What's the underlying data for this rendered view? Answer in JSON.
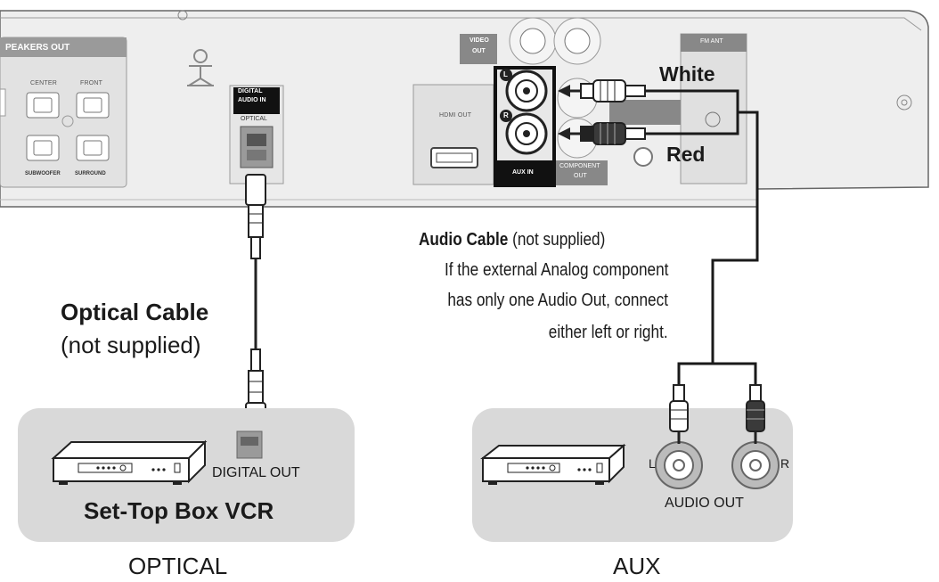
{
  "receiver": {
    "speakers_out_label": "PEAKERS OUT",
    "center_label": "CENTER",
    "front_label": "FRONT",
    "subwoofer_label": "SUBWOOFER",
    "surround_label": "SURROUND",
    "digital_audio_in": [
      "DIGITAL",
      "AUDIO IN",
      "OPTICAL"
    ],
    "hdmi_out_label": "HDMI OUT",
    "video_out_label": [
      "VIDEO",
      "OUT"
    ],
    "aux_in_label": "AUX IN",
    "component_out_label": [
      "COMPONENT",
      "OUT"
    ],
    "fm_ant_label": "FM ANT",
    "aux_left_marker": "L",
    "aux_right_marker": "R"
  },
  "cable_labels": {
    "white": "White",
    "red": "Red"
  },
  "optical": {
    "cable_title": "Optical Cable",
    "cable_note": "(not supplied)",
    "device_port_label": "DIGITAL OUT",
    "device_name": "Set-Top Box VCR",
    "section_caption": "OPTICAL"
  },
  "aux": {
    "cable_title": "Audio Cable",
    "cable_note": " (not supplied)",
    "note_lines": [
      "If the external Analog component",
      "has only one Audio Out, connect",
      "either left or right."
    ],
    "left_marker": "L",
    "right_marker": "R",
    "device_port_label": "AUDIO OUT",
    "section_caption": "AUX"
  },
  "colors": {
    "panel_fill": "#e6e6e6",
    "box_fill": "#d9d9d9",
    "line": "#1a1a1a"
  }
}
